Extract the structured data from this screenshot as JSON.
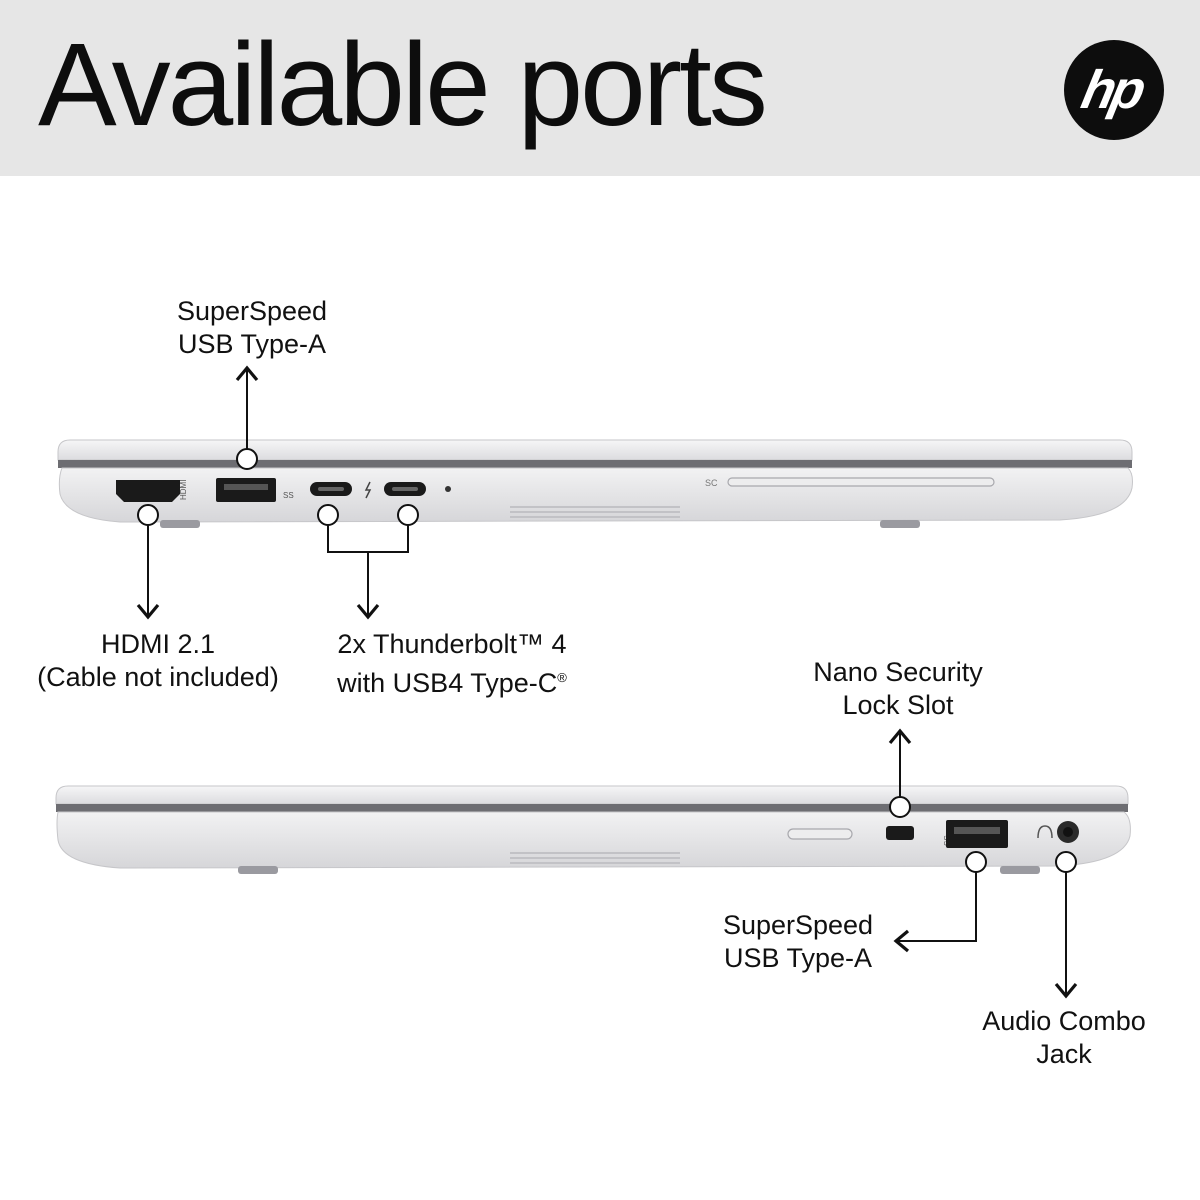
{
  "header": {
    "title": "Available ports",
    "logo_text": "hp",
    "background": "#e6e6e6"
  },
  "laptop_left_side": {
    "labels": {
      "usb_a_line1": "SuperSpeed",
      "usb_a_line2": "USB Type-A",
      "hdmi_line1": "HDMI 2.1",
      "hdmi_line2": "(Cable not included)",
      "thunderbolt_line1": "2x Thunderbolt™ 4",
      "thunderbolt_line2": "with USB4 Type-C",
      "thunderbolt_mark": "®"
    },
    "markings": {
      "hdmi": "HDMI",
      "usb": "SS",
      "sc": "SC"
    }
  },
  "laptop_right_side": {
    "labels": {
      "lock_line1": "Nano Security",
      "lock_line2": "Lock Slot",
      "usb_a_line1": "SuperSpeed",
      "usb_a_line2": "USB Type-A",
      "audio_line1": "Audio Combo",
      "audio_line2": "Jack"
    },
    "markings": {
      "usb": "SS"
    }
  },
  "colors": {
    "chassis": "#e9e9ea",
    "chassis_edge": "#c9c9cc",
    "port": "#1a1a1a",
    "callout": "#111111"
  }
}
